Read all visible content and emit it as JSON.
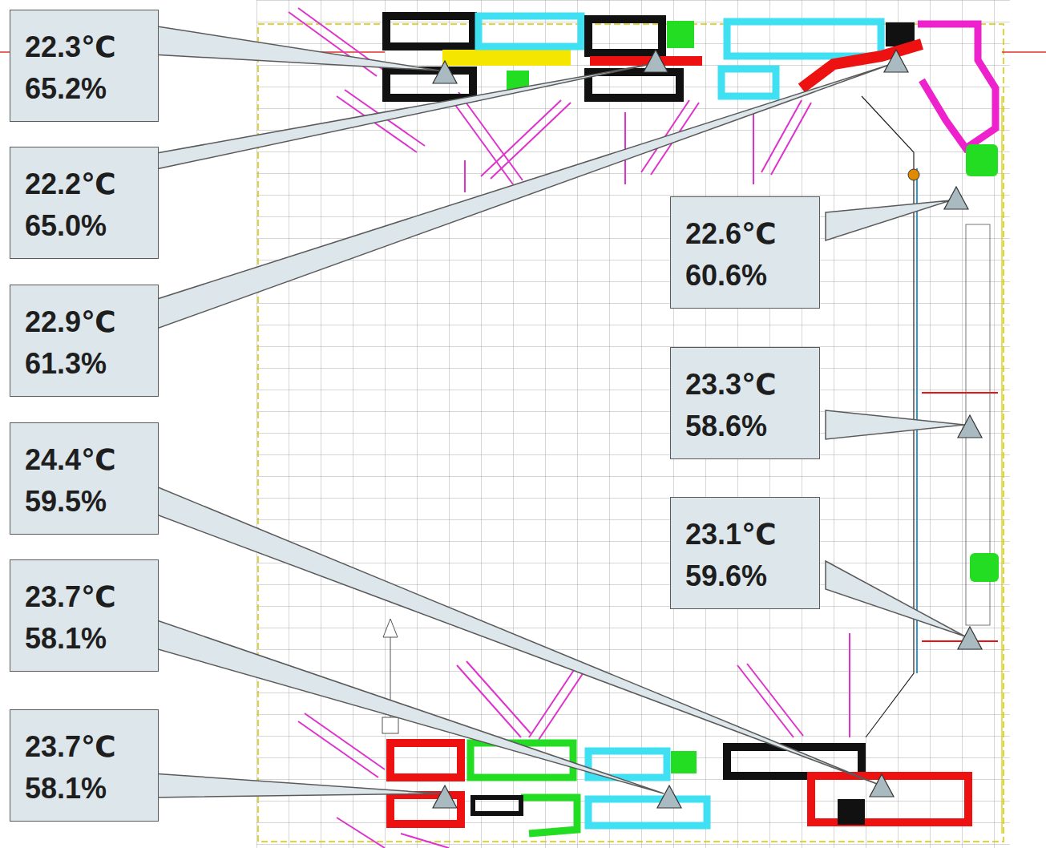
{
  "diagram": {
    "nodes": [
      {
        "text": [
          "22.3℃",
          "65.2%"
        ]
      },
      {
        "text": [
          "22.2℃",
          "65.0%"
        ]
      },
      {
        "text": [
          "22.6℃",
          "60.6%"
        ]
      },
      {
        "text": [
          "22.9℃",
          "61.3%"
        ]
      },
      {
        "text": [
          "23.3℃",
          "58.6%"
        ]
      },
      {
        "text": [
          "24.4℃",
          "59.5%"
        ]
      },
      {
        "text": [
          "23.1℃",
          "59.6%"
        ]
      },
      {
        "text": [
          "23.7℃",
          "58.1%"
        ]
      },
      {
        "text": [
          "23.7℃",
          "58.1%"
        ]
      }
    ]
  }
}
